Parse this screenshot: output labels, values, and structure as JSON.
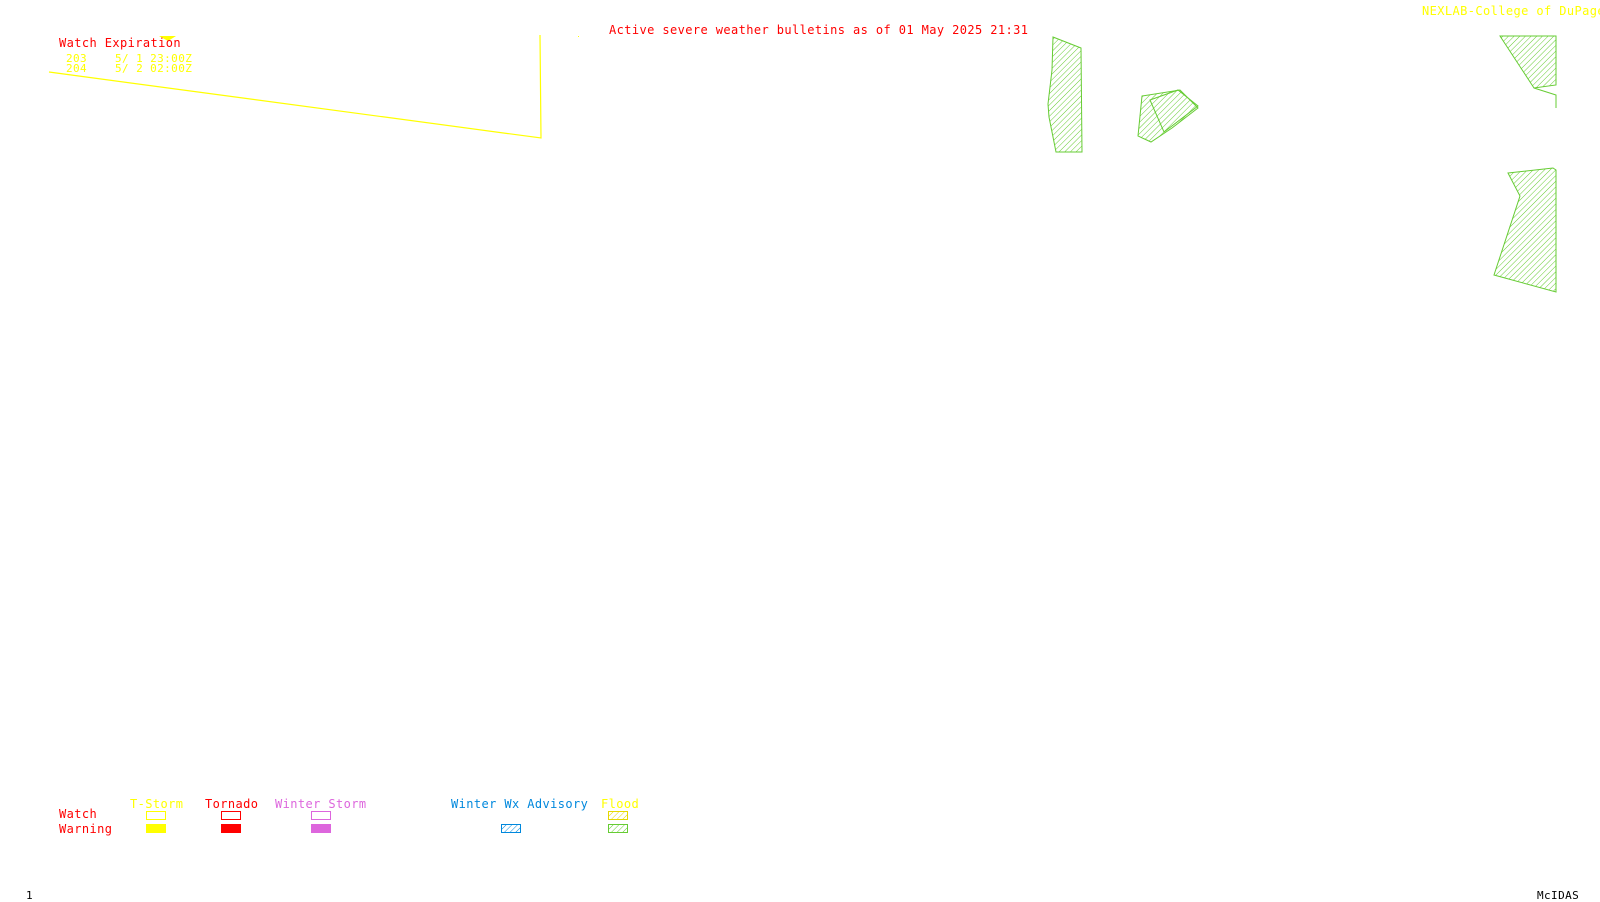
{
  "header": {
    "title": "Active severe weather bulletins as of 01 May 2025 21:31",
    "credit": "NEXLAB-College of DuPage R"
  },
  "watch_expiration": {
    "heading": "Watch Expiration",
    "rows": [
      {
        "number": "203",
        "expires": "5/ 1 23:00Z"
      },
      {
        "number": "204",
        "expires": "5/ 2 02:00Z"
      }
    ]
  },
  "legend": {
    "row_labels": {
      "watch": "Watch",
      "warning": "Warning"
    },
    "categories": [
      {
        "label": "T-Storm",
        "color": "#ffff00",
        "watch_style": "outline",
        "warning_style": "solid"
      },
      {
        "label": "Tornado",
        "color": "#ff0000",
        "watch_style": "outline",
        "warning_style": "solid"
      },
      {
        "label": "Winter Storm",
        "color": "#dd66dd",
        "watch_style": "outline",
        "warning_style": "solid"
      },
      {
        "label": "Winter Wx Advisory",
        "color": "#0088dd",
        "watch_style": "none",
        "warning_style": "hatched"
      },
      {
        "label": "Flood",
        "color": "#ffff00",
        "flood_warning_color": "#66cc33",
        "watch_style": "hatched",
        "warning_style": "hatched"
      }
    ]
  },
  "colors": {
    "watch_outline": "#ffff00",
    "flood_warning": "#66cc33",
    "title": "#ff0000",
    "credit": "#ffff00",
    "footer": "#000000"
  },
  "footer": {
    "frame_number": "1",
    "software": "McIDAS"
  }
}
